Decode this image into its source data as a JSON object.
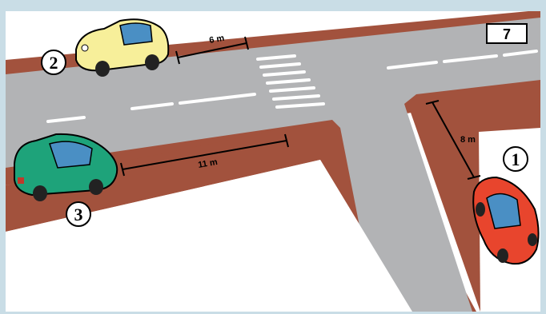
{
  "problem": {
    "number": "7"
  },
  "distances": {
    "yellow_to_crossing": "6 m",
    "green_to_corner": "11 m",
    "red_to_corner": "8 m"
  },
  "vehicles": [
    {
      "id": "1",
      "label": "1",
      "color": "red"
    },
    {
      "id": "2",
      "label": "2",
      "color": "yellow"
    },
    {
      "id": "3",
      "label": "3",
      "color": "green"
    }
  ],
  "colors": {
    "frame": "#c9dde6",
    "field": "#ffffff",
    "sidewalk": "#a2523d",
    "road": "#b2b3b5",
    "markings": "#ffffff",
    "red_car": "#e8452d",
    "yellow_car": "#f7ef9a",
    "green_car": "#1ea37a"
  }
}
